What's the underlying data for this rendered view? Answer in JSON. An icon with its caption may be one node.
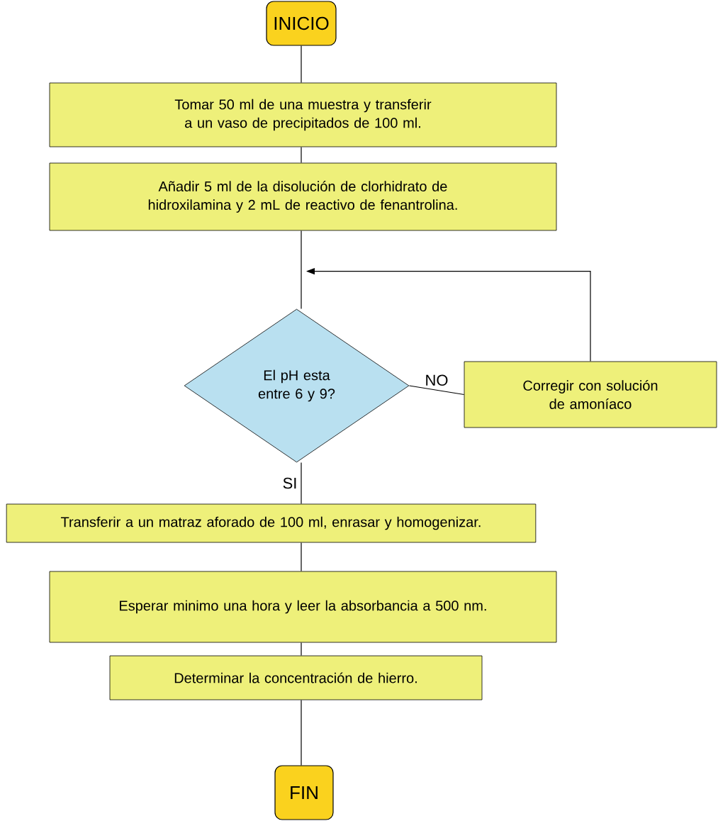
{
  "diagram": {
    "nodes": [
      {
        "text": [
          "INICIO"
        ]
      },
      {
        "text": [
          "Tomar 50 ml de una muestra y transferir a un vaso de precipitados de 100 ml."
        ]
      },
      {
        "text": [
          "Añadir 5 ml de la disolución de clorhidrato de hidroxilamina y 2 mL de reactivo de fenantrolina."
        ]
      },
      {
        "text": [
          "El pH esta entre 6 y 9?"
        ]
      },
      {
        "text": [
          "Corregir con solución de amoníaco"
        ]
      },
      {
        "text": [
          "Transferir a un matraz aforado de 100 ml, enrasar y homogenizar."
        ]
      },
      {
        "text": [
          "Esperar minimo una hora y leer la absorbancia a 500 nm."
        ]
      },
      {
        "text": [
          "Determinar la concentración de hierro."
        ]
      },
      {
        "text": [
          "FIN"
        ]
      }
    ],
    "edges": [
      {
        "from": 0,
        "to": 1,
        "arrow": "none"
      },
      {
        "from": 1,
        "to": 2,
        "arrow": "none"
      },
      {
        "from": 2,
        "to": 3,
        "arrow": "none"
      },
      {
        "from": 3,
        "to": 4,
        "arrow": "none",
        "label": "NO"
      },
      {
        "from": 4,
        "to": 3,
        "arrow": "to"
      },
      {
        "from": 3,
        "to": 5,
        "arrow": "none",
        "label": "SI"
      },
      {
        "from": 5,
        "to": 6,
        "arrow": "none"
      },
      {
        "from": 6,
        "to": 7,
        "arrow": "none"
      },
      {
        "from": 7,
        "to": 8,
        "arrow": "none"
      }
    ]
  }
}
